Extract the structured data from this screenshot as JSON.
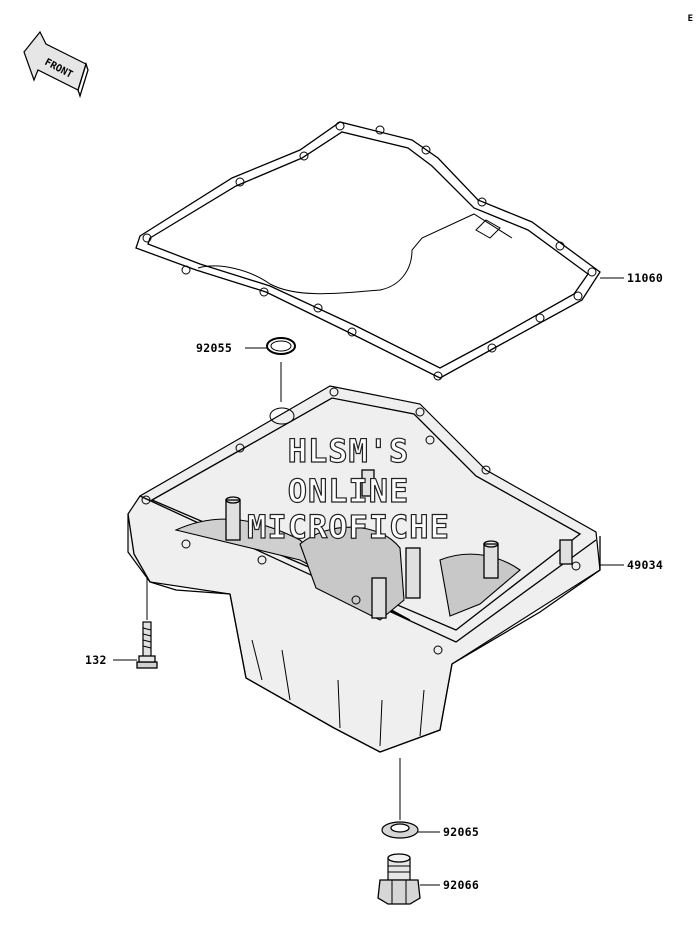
{
  "diagram": {
    "corner_mark": "E",
    "front_arrow_text": "FRONT",
    "watermark": [
      "HLSM'S",
      "ONLINE",
      "MICROFICHE"
    ],
    "callouts": [
      {
        "part": "11060"
      },
      {
        "part": "92055"
      },
      {
        "part": "49034"
      },
      {
        "part": "132"
      },
      {
        "part": "92065"
      },
      {
        "part": "92066"
      }
    ]
  }
}
